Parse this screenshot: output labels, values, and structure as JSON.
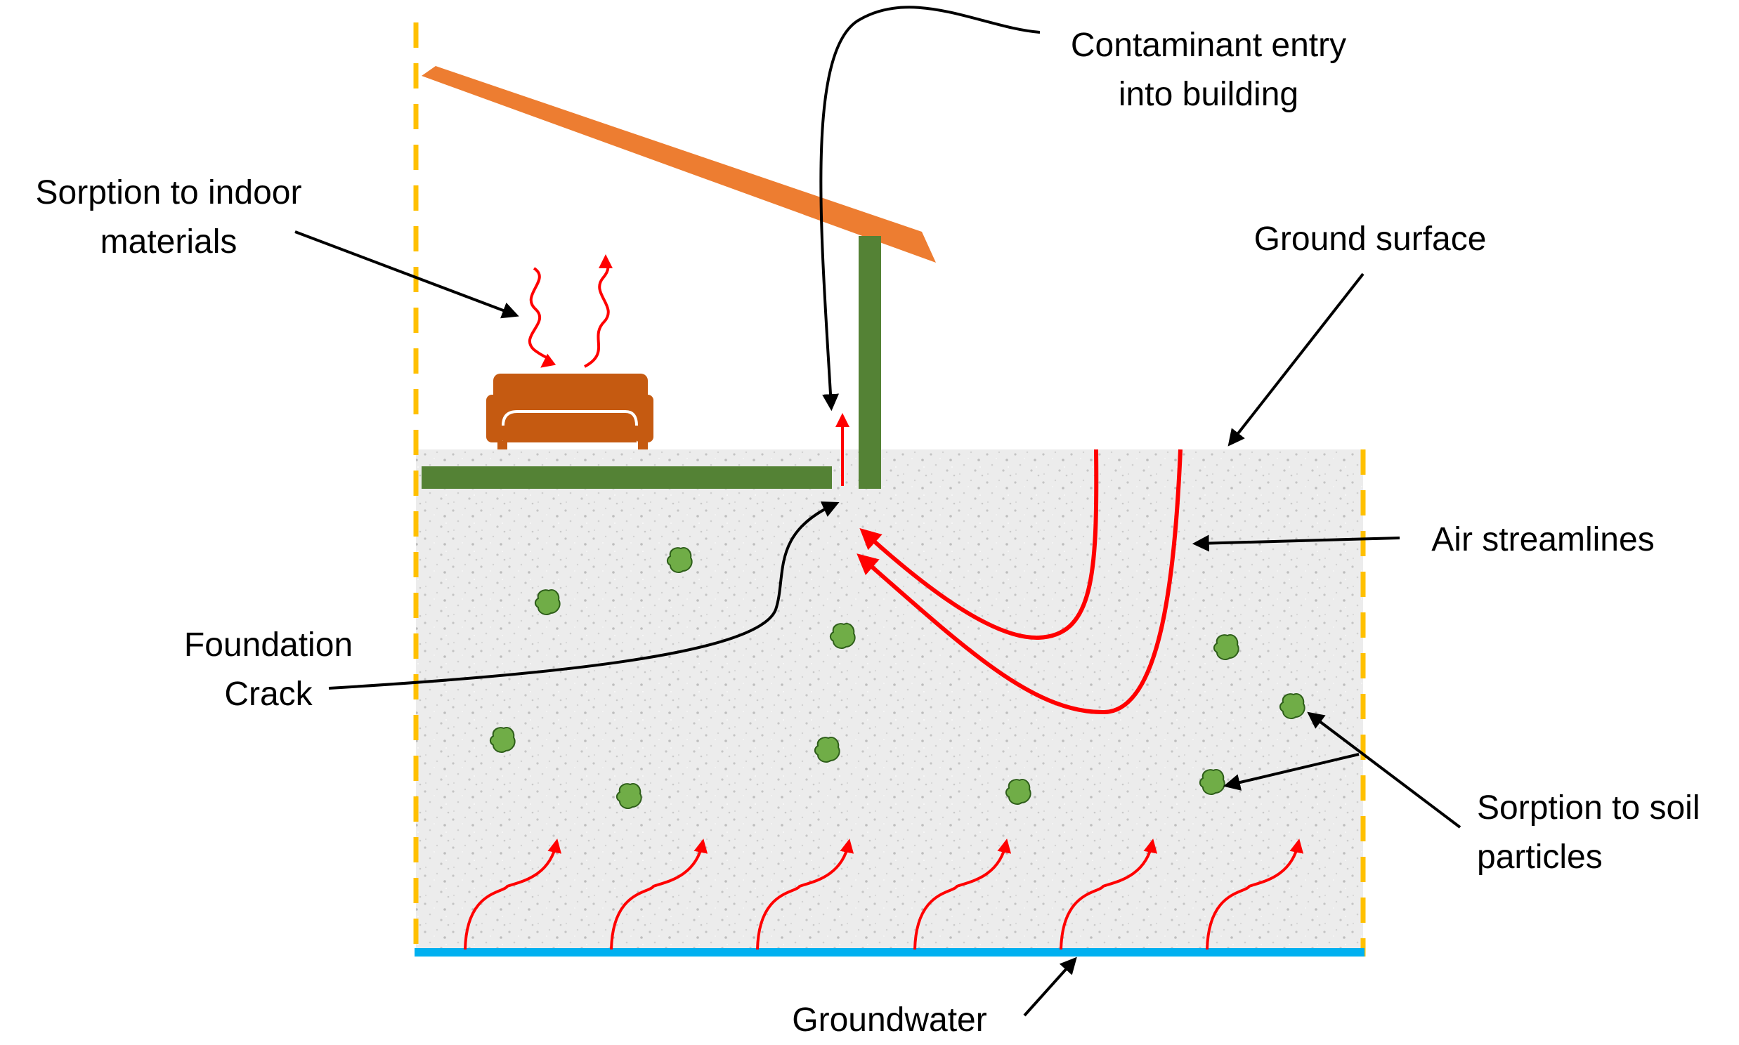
{
  "labels": {
    "contaminant_entry_1": "Contaminant entry",
    "contaminant_entry_2": "into building",
    "sorption_indoor_1": "Sorption to indoor",
    "sorption_indoor_2": "materials",
    "ground_surface": "Ground surface",
    "air_streamlines": "Air streamlines",
    "foundation_crack_1": "Foundation",
    "foundation_crack_2": "Crack",
    "sorption_soil_1": "Sorption to soil",
    "sorption_soil_2": "particles",
    "groundwater": "Groundwater"
  },
  "colors": {
    "roof": "#ED7D31",
    "wall": "#548235",
    "boundary": "#FFC000",
    "groundwater": "#00B0F0",
    "flow": "#FF0000",
    "particle": "#70AD47",
    "sofa": "#C55A11",
    "soil": "#ECECEC"
  },
  "icons": [
    "sofa-icon",
    "soil-particle-icon",
    "flow-arrow-icon"
  ]
}
